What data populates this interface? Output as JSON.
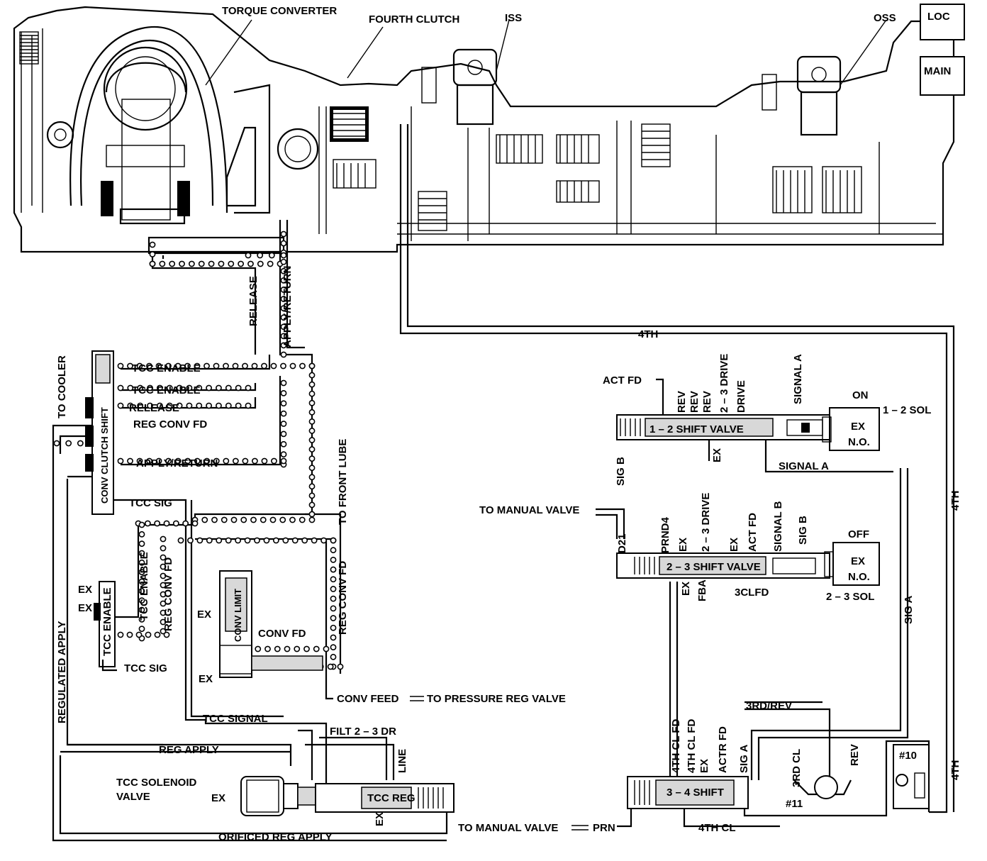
{
  "labels": {
    "torque_converter": "TORQUE CONVERTER",
    "fourth_clutch": "FOURTH CLUTCH",
    "iss": "ISS",
    "oss": "OSS",
    "release_vert": "RELEASE",
    "apply_return_vert": "APPLY/RETURN",
    "fourth_top": "4TH",
    "fourth_right": "4TH",
    "fourth_bottom": "4TH",
    "to_cooler": "TO COOLER",
    "tcc_enable_1": "TCC ENABLE",
    "tcc_enable_2": "TCC ENABLE",
    "release": "RELEASE",
    "reg_conv_fd": "REG CONV FD",
    "apply_return": "APPLY/RETURN",
    "conv_clutch_shift": "CONV CLUTCH SHIFT",
    "tcc_sig": "TCC SIG",
    "tcc_enable_vert": "TCC ENABLE",
    "reg_conv_fd_vert": "REG CONV FD",
    "ex1": "EX",
    "ex2": "EX",
    "tcc_enable_valve": "TCC ENABLE",
    "tcc_sig_bottom": "TCC SIG",
    "regulated_apply": "REGULATED APPLY",
    "to_front_lube": "TO FRONT LUBE",
    "reg_conv_fd_vert2": "REG CONV FD",
    "conv_limit": "CONV LIMIT",
    "ex_cl1": "EX",
    "ex_cl2": "EX",
    "conv_fd": "CONV FD",
    "conv_feed": "CONV FEED",
    "to_pressure_reg": "TO PRESSURE REG VALVE",
    "tcc_signal": "TCC SIGNAL",
    "filt_2_3_dr": "FILT 2 – 3 DR",
    "reg_apply": "REG APPLY",
    "line": "LINE",
    "tcc_solenoid_valve_1": "TCC SOLENOID",
    "tcc_solenoid_valve_2": "VALVE",
    "ex_sol": "EX",
    "tcc_reg": "TCC REG",
    "ex_tccreg": "EX",
    "orificed_reg_apply": "ORIFICED REG APPLY",
    "to_manual_valve_prn": "TO MANUAL VALVE",
    "prn": "PRN",
    "act_fd": "ACT FD",
    "rev1": "REV",
    "rev2": "REV",
    "rev3": "REV",
    "two_three_drive": "2 – 3 DRIVE",
    "drive": "DRIVE",
    "signal_a_top": "SIGNAL A",
    "one_two_shift_valve": "1 – 2  SHIFT VALVE",
    "ex_12": "EX",
    "sig_b_12": "SIG B",
    "signal_a_mid": "SIGNAL A",
    "on": "ON",
    "one_two_sol": "1 – 2 SOL",
    "ex_sol12": "EX",
    "no_12": "N.O.",
    "to_manual_valve_d21": "TO MANUAL VALVE",
    "d21": "D21",
    "prnd4": "PRND4",
    "ex_23a": "EX",
    "two_three_drive_2": "2 – 3 DRIVE",
    "ex_23b": "EX",
    "act_fd_2": "ACT FD",
    "signal_b": "SIGNAL B",
    "sig_b_2": "SIG B",
    "two_three_shift_valve": "2 – 3  SHIFT VALVE",
    "ex_23c": "EX",
    "fba": "FBA",
    "three_cl_fd": "3CLFD",
    "off": "OFF",
    "two_three_sol": "2 – 3 SOL",
    "ex_sol23": "EX",
    "no_23": "N.O.",
    "sig_a_right": "SIG A",
    "fourth_cl_fd": "4TH CL FD",
    "fourth_cl_fd_2": "4TH CL FD",
    "ex_34": "EX",
    "actr_fd": "ACTR FD",
    "sig_a_34": "SIG A",
    "three_four_shift": "3 – 4  SHIFT",
    "fourth_cl": "4TH CL",
    "third_rev": "3RD/REV",
    "third_cl": "3RD CL",
    "rev_ball": "REV",
    "num_10": "#10",
    "num_11": "#11",
    "loc": "LOC",
    "main": "MAIN"
  }
}
